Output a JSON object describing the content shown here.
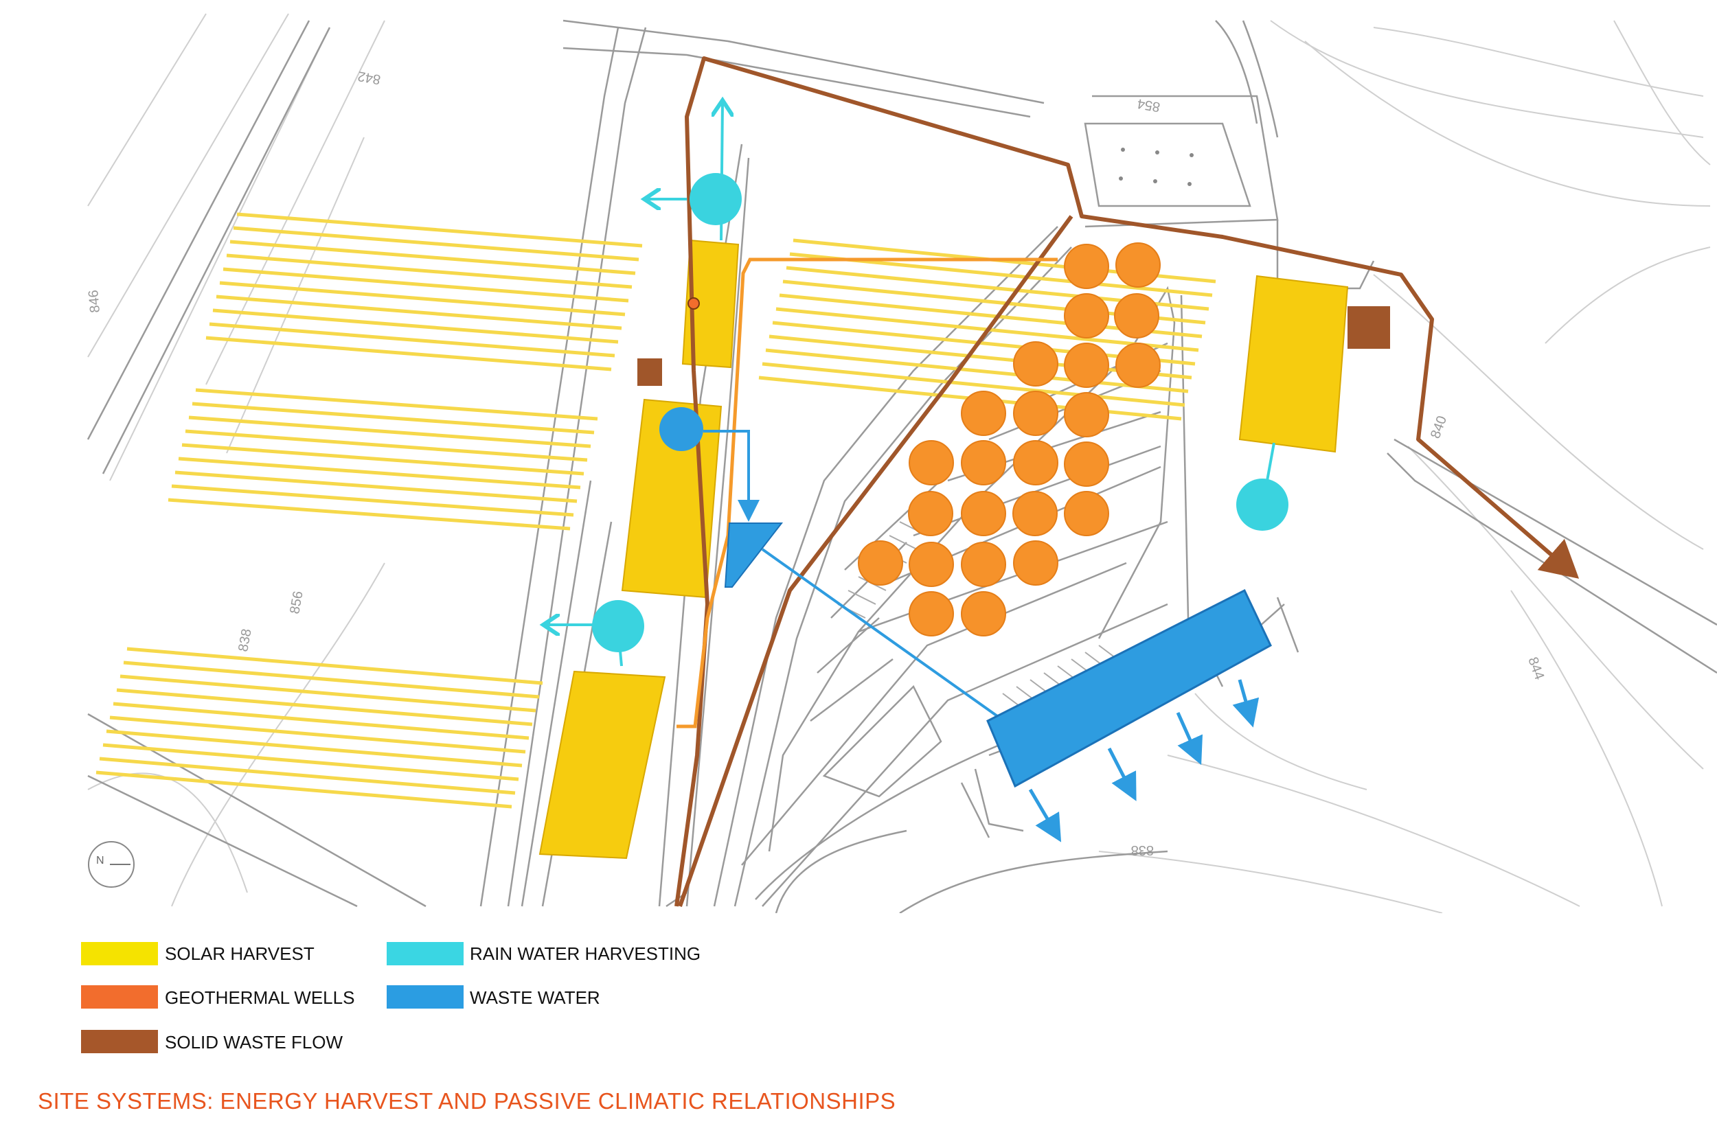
{
  "colors": {
    "solar": "#f6cc0f",
    "solar_line": "#f6d84a",
    "geothermal": "#f6922a",
    "solid_waste": "#a0562a",
    "rain_water": "#3ad3df",
    "waste_water": "#2e9ce0",
    "geothermal_line": "#f59a2b",
    "caption": "#e8551e",
    "site_line": "#9a9a9a"
  },
  "contour_labels": [
    "842",
    "846",
    "856",
    "838",
    "854",
    "840",
    "844",
    "838"
  ],
  "north_label": "N",
  "legend": [
    {
      "key": "solar",
      "label": "SOLAR HARVEST",
      "color": "#f5e300"
    },
    {
      "key": "geothermal",
      "label": "GEOTHERMAL WELLS",
      "color": "#f26d2d"
    },
    {
      "key": "solid_waste",
      "label": "SOLID WASTE FLOW",
      "color": "#a6572a"
    },
    {
      "key": "rain_water",
      "label": "RAIN WATER HARVESTING",
      "color": "#3ad6e3"
    },
    {
      "key": "waste_water",
      "label": "WASTE WATER",
      "color": "#2b9de2"
    }
  ],
  "caption": "SITE SYSTEMS: ENERGY HARVEST AND PASSIVE CLIMATIC RELATIONSHIPS"
}
